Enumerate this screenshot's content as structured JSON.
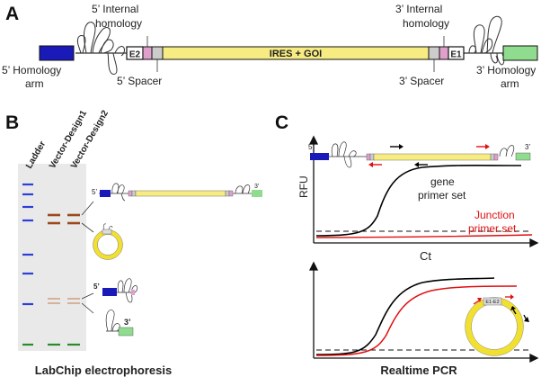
{
  "panel_a": {
    "letter": "A",
    "left_arm": "5’ Homology",
    "left_arm_2": "arm",
    "right_arm": "3’ Homology",
    "right_arm_2": "arm",
    "internal_5": "5’ Internal",
    "internal_5_2": "homology",
    "internal_3": "3’ Internal",
    "internal_3_2": "homology",
    "spacer_5": "5’ Spacer",
    "spacer_3": "3’ Spacer",
    "e2": "E2",
    "e1": "E1",
    "cargo": "IRES + GOI"
  },
  "panel_b": {
    "letter": "B",
    "lanes": [
      "Ladder",
      "Vector-Design1",
      "Vector-Design2"
    ],
    "caption": "LabChip electrophoresis",
    "label_5": "5’",
    "label_3": "3’",
    "small_5": "5’",
    "small_3": "3’"
  },
  "panel_c": {
    "letter": "C",
    "ylabel": "RFU",
    "xlabel": "Ct",
    "gene_set_1": "gene",
    "gene_set_2": "primer set",
    "junction_1": "Junction",
    "junction_2": "primer set",
    "label_5": "5’",
    "label_3": "3’",
    "caption": "Realtime PCR",
    "circle_tag": "E1-E2"
  },
  "colors": {
    "blue": "#1a1ab8",
    "green": "#8fdc8f",
    "yellow": "#f7ec82",
    "pink": "#e0a0cc",
    "grey": "#cccccc",
    "red": "#e01010",
    "gel_bg": "#e9e9e9",
    "ladder_blue": "#2c3fd6",
    "ladder_green": "#2a8a2a",
    "band_brown": "#9a4a1c"
  }
}
